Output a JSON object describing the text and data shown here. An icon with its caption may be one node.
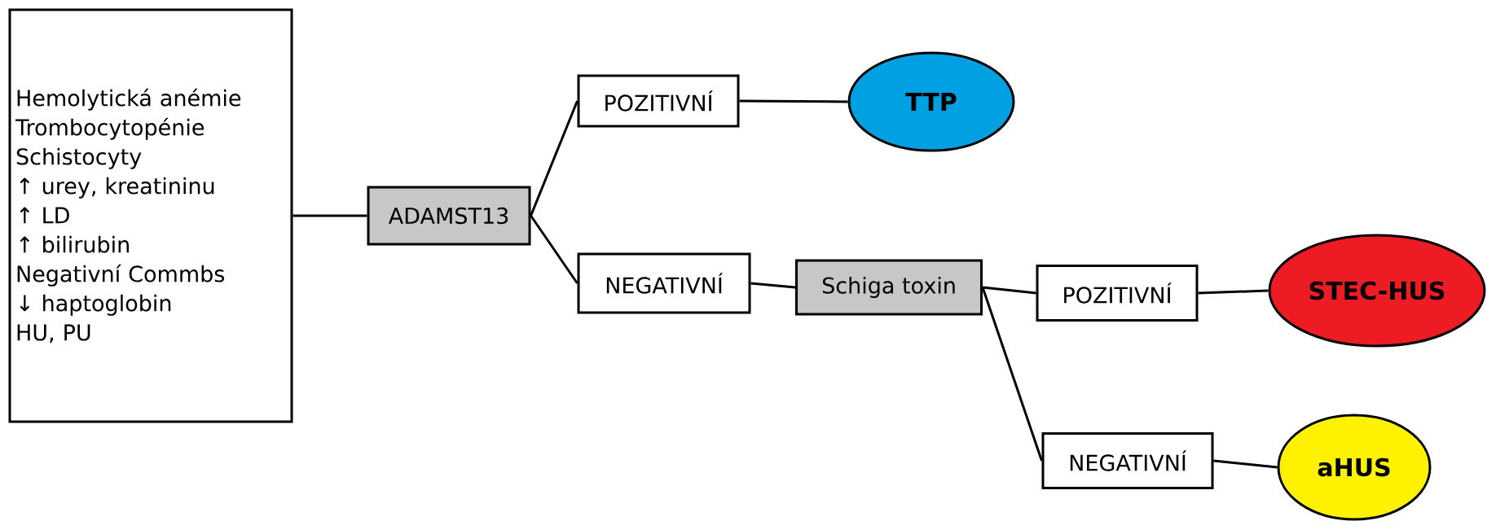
{
  "diagram": {
    "nodes": [
      {
        "text": [
          "Hemolytická anémie",
          "Trombocytopénie",
          "Schistocyty",
          "↑ urey, kreatininu",
          "↑ LD",
          "↑ bilirubin",
          "Negativní Commbs",
          "↓ haptoglobin",
          "HU, PU"
        ]
      },
      {
        "text": [
          "ADAMST13"
        ]
      },
      {
        "text": [
          "POZITIVNÍ"
        ]
      },
      {
        "text": [
          "TTP"
        ]
      },
      {
        "text": [
          "NEGATIVNÍ"
        ]
      },
      {
        "text": [
          "Schiga toxin"
        ]
      },
      {
        "text": [
          "POZITIVNÍ"
        ]
      },
      {
        "text": [
          "STEC-HUS"
        ]
      },
      {
        "text": [
          "NEGATIVNÍ"
        ]
      },
      {
        "text": [
          "aHUS"
        ]
      }
    ],
    "edges": [
      {
        "from": 0,
        "to": 1,
        "arrow": "none"
      },
      {
        "from": 1,
        "to": 2,
        "arrow": "none"
      },
      {
        "from": 1,
        "to": 4,
        "arrow": "none"
      },
      {
        "from": 2,
        "to": 3,
        "arrow": "none"
      },
      {
        "from": 4,
        "to": 5,
        "arrow": "none"
      },
      {
        "from": 5,
        "to": 6,
        "arrow": "none"
      },
      {
        "from": 6,
        "to": 7,
        "arrow": "none"
      },
      {
        "from": 5,
        "to": 8,
        "arrow": "none"
      },
      {
        "from": 8,
        "to": 9,
        "arrow": "none"
      }
    ]
  }
}
